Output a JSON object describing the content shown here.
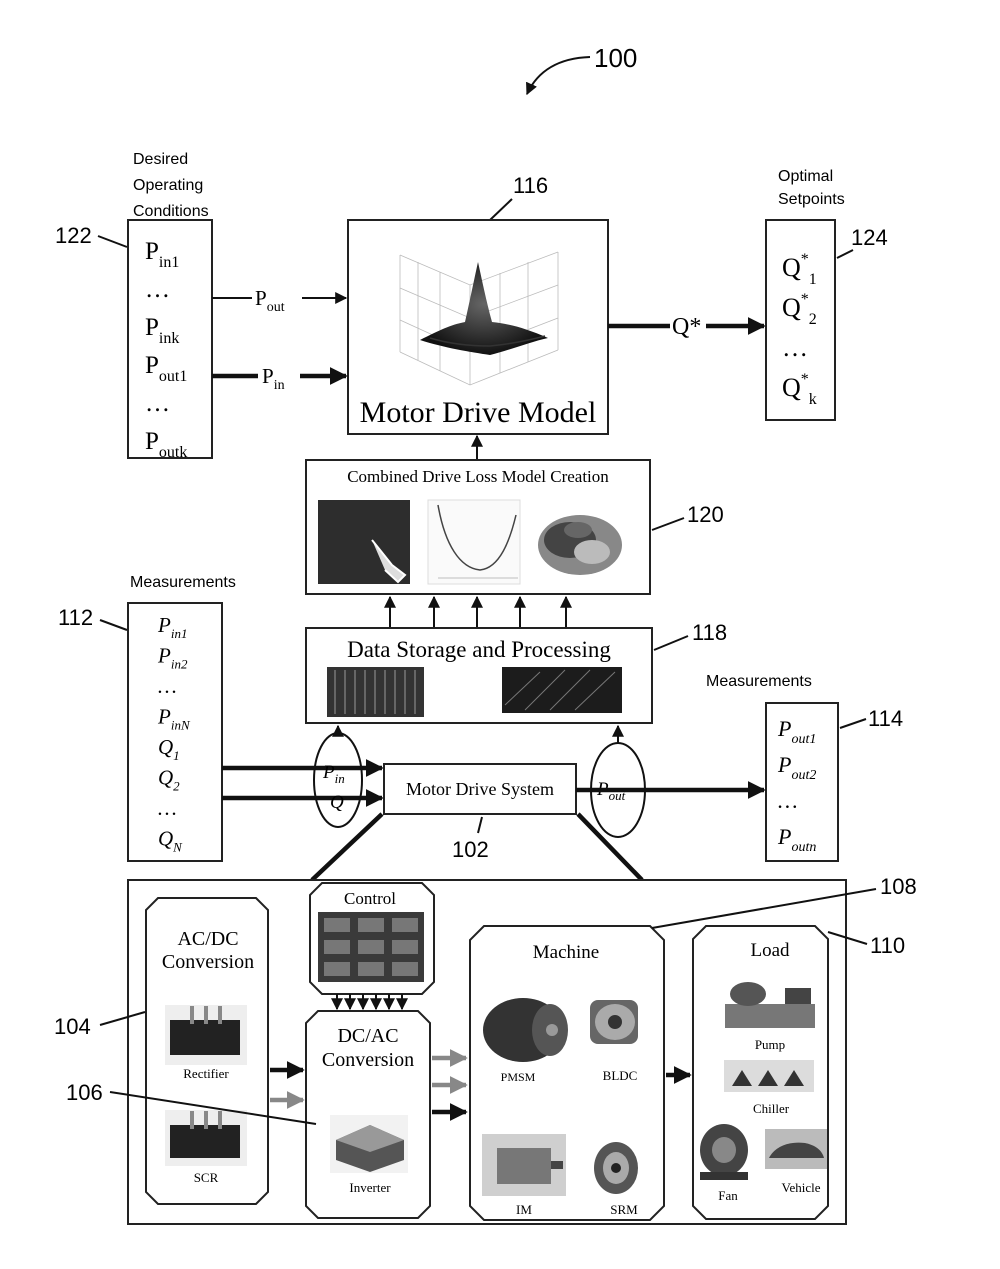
{
  "figure_label": "100",
  "labels": {
    "desired": [
      "Desired",
      "Operating",
      "Conditions"
    ],
    "optimal": [
      "Optimal",
      "Setpoints"
    ],
    "measurements_left": "Measurements",
    "measurements_right": "Measurements"
  },
  "refs": {
    "r116": "116",
    "r122": "122",
    "r124": "124",
    "r120": "120",
    "r112": "112",
    "r118": "118",
    "r114": "114",
    "r102": "102",
    "r108": "108",
    "r110": "110",
    "r104": "104",
    "r106": "106"
  },
  "boxes": {
    "motor_drive_model": "Motor Drive Model",
    "loss_model": "Combined Drive Loss Model Creation",
    "data_storage": "Data Storage and Processing",
    "motor_drive_system": "Motor Drive System",
    "control": "Control",
    "acdc": [
      "AC/DC",
      "Conversion"
    ],
    "dcac": [
      "DC/AC",
      "Conversion"
    ],
    "machine": "Machine",
    "load": "Load"
  },
  "component_labels": {
    "rectifier": "Rectifier",
    "scr": "SCR",
    "inverter": "Inverter",
    "pmsm": "PMSM",
    "bldc": "BLDC",
    "im": "IM",
    "srm": "SRM",
    "pump": "Pump",
    "chiller": "Chiller",
    "fan": "Fan",
    "vehicle": "Vehicle"
  },
  "operating_conditions": [
    {
      "b": "P",
      "s": "in1"
    },
    {
      "b": "…",
      "s": ""
    },
    {
      "b": "P",
      "s": "ink"
    },
    {
      "b": "P",
      "s": "out1"
    },
    {
      "b": "…",
      "s": ""
    },
    {
      "b": "P",
      "s": "outk"
    }
  ],
  "setpoints": [
    {
      "b": "Q",
      "sup": "*",
      "s": "1"
    },
    {
      "b": "Q",
      "sup": "*",
      "s": "2"
    },
    {
      "b": "…",
      "sup": "",
      "s": ""
    },
    {
      "b": "Q",
      "sup": "*",
      "s": "k"
    }
  ],
  "measurements_in": [
    {
      "b": "P",
      "s": "in1"
    },
    {
      "b": "P",
      "s": "in2"
    },
    {
      "b": "…",
      "s": ""
    },
    {
      "b": "P",
      "s": "inN"
    },
    {
      "b": "Q",
      "s": "1"
    },
    {
      "b": "Q",
      "s": "2"
    },
    {
      "b": "…",
      "s": ""
    },
    {
      "b": "Q",
      "s": "N"
    }
  ],
  "measurements_out": [
    {
      "b": "P",
      "s": "out1"
    },
    {
      "b": "P",
      "s": "out2"
    },
    {
      "b": "…",
      "s": ""
    },
    {
      "b": "P",
      "s": "outn"
    }
  ],
  "arrows": {
    "pout": {
      "b": "P",
      "s": "out"
    },
    "pin": {
      "b": "P",
      "s": "in"
    },
    "qstar": "Q*"
  },
  "sensors": {
    "pin": {
      "b": "P",
      "s": "in"
    },
    "q": "Q",
    "pout": {
      "b": "P",
      "s": "out"
    }
  }
}
